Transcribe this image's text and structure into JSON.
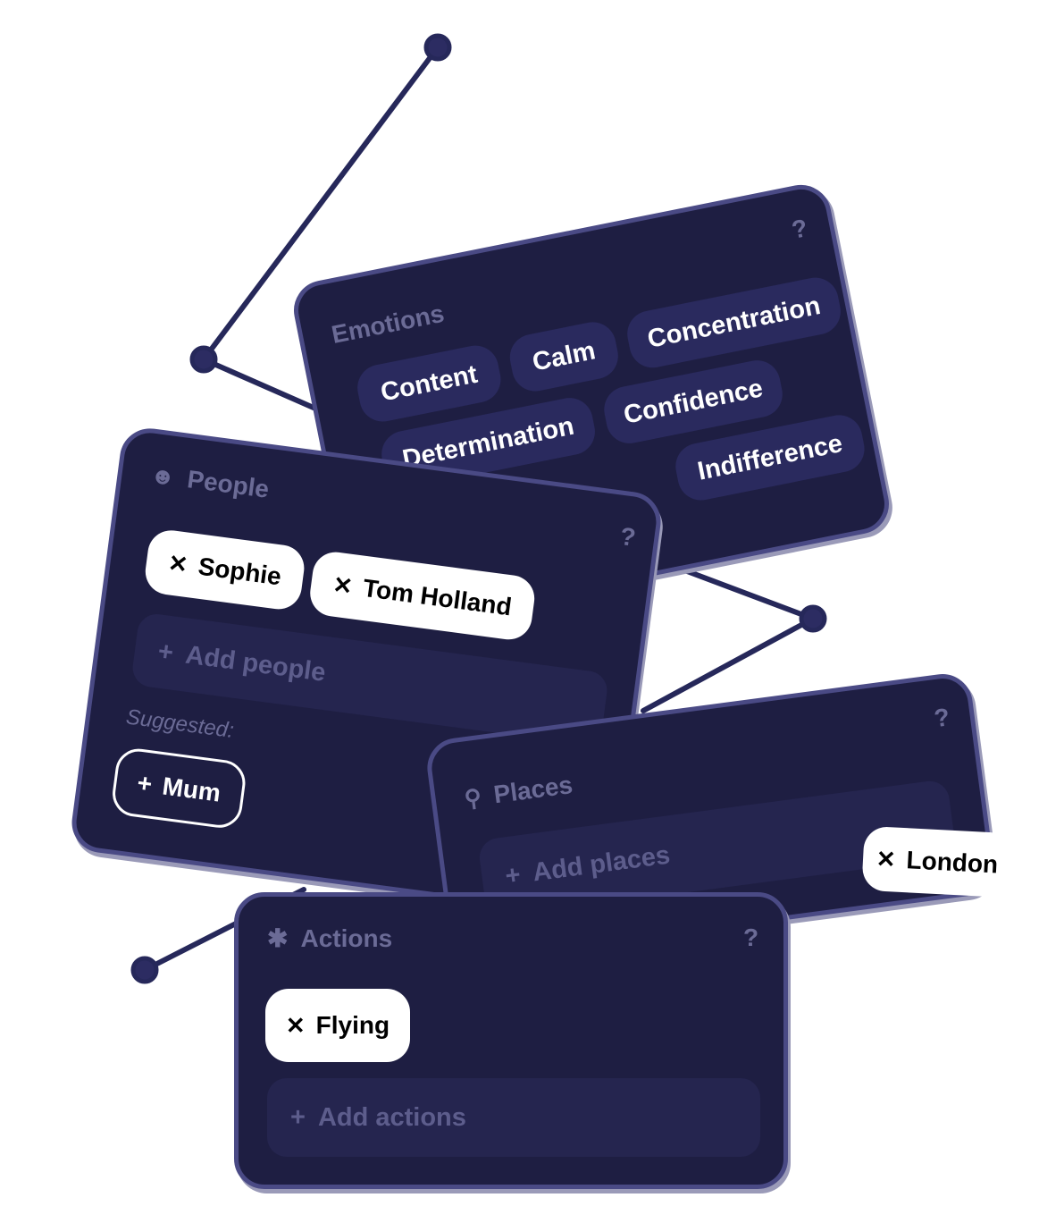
{
  "colors": {
    "card_bg": "#1e1e42",
    "card_border": "#4a4a85",
    "chip_bg": "#2a2a5e",
    "muted_text": "#6b6b96",
    "link_line": "#26285a"
  },
  "emotions": {
    "title": "Emotions",
    "help": "?",
    "chips": [
      "Content",
      "Calm",
      "Concentration",
      "Determination",
      "Confidence",
      "Indifference"
    ]
  },
  "people": {
    "title": "People",
    "icon": "person-icon",
    "help": "?",
    "selected": [
      "Sophie",
      "Tom Holland"
    ],
    "add_placeholder": "Add people",
    "suggested_label": "Suggested:",
    "suggested": [
      "Mum"
    ]
  },
  "places": {
    "title": "Places",
    "icon": "map-pin-icon",
    "help": "?",
    "add_placeholder": "Add places",
    "selected": [
      "London"
    ]
  },
  "actions": {
    "title": "Actions",
    "icon": "running-icon",
    "help": "?",
    "selected": [
      "Flying"
    ],
    "add_placeholder": "Add actions"
  }
}
